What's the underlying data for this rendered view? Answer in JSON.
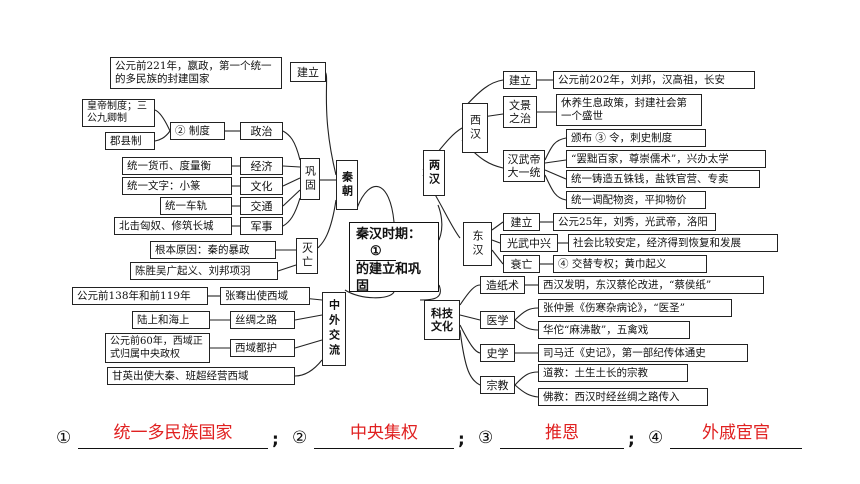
{
  "center": {
    "title": "秦汉时期：",
    "num": "①",
    "sub": "的建立和巩固"
  },
  "qin": {
    "label": "秦朝",
    "jianli": {
      "label": "建立",
      "text": "公元前221年，嬴政，第一个统一的多民族的封建国家"
    },
    "gonggu": {
      "label": "巩固",
      "zhengzhi": {
        "label": "政治",
        "mid": "②  制度",
        "leaf1": "皇帝制度；三公九卿制",
        "leaf2": "郡县制"
      },
      "jingji": {
        "label": "经济",
        "text": "统一货币、度量衡"
      },
      "wenhua": {
        "label": "文化",
        "text": "统一文字：小篆"
      },
      "jiaotong": {
        "label": "交通",
        "text": "统一车轨"
      },
      "junshi": {
        "label": "军事",
        "text": "北击匈奴、修筑长城"
      }
    },
    "miewang": {
      "label": "灭亡",
      "text1": "根本原因：秦的暴政",
      "text2": "陈胜吴广起义、刘邦项羽"
    }
  },
  "zhongwai": {
    "label": "中外交流",
    "zhangqian": {
      "label": "张骞出使西域",
      "text": "公元前138年和前119年"
    },
    "silu": {
      "label": "丝绸之路",
      "text": "陆上和海上"
    },
    "duhu": {
      "label": "西域都护",
      "text": "公元前60年，西域正式归属中央政权"
    },
    "ganying": {
      "text": "甘英出使大秦、班超经营西域"
    }
  },
  "han": {
    "label": "两汉",
    "xihan": {
      "label": "西汉",
      "jianli": {
        "label": "建立",
        "text": "公元前202年，刘邦，汉高祖，长安"
      },
      "wenjing": {
        "label": "文景之治",
        "text": "休养生息政策，封建社会第一个盛世"
      },
      "wudi": {
        "label": "汉武帝大一统",
        "items": [
          "颁布  ③  令，刺史制度",
          "“罢黜百家，尊崇儒术”，兴办太学",
          "统一铸造五铢钱，盐铁官营、专卖",
          "统一调配物资，平抑物价"
        ]
      }
    },
    "donghan": {
      "label": "东汉",
      "jianli": {
        "label": "建立",
        "text": "公元25年，刘秀，光武帝，洛阳"
      },
      "zhongxing": {
        "label": "光武中兴",
        "text": "社会比较安定，经济得到恢复和发展"
      },
      "shuaiwang": {
        "label": "衰亡",
        "text": "④    交替专权；黄巾起义"
      }
    }
  },
  "keji": {
    "label": "科技文化",
    "zaozhi": {
      "label": "造纸术",
      "text": "西汉发明，东汉蔡伦改进，“蔡侯纸”"
    },
    "yixue": {
      "label": "医学",
      "items": [
        "张仲景《伤寒杂病论》，“医圣”",
        "华佗“麻沸散”，五禽戏"
      ]
    },
    "shixue": {
      "label": "史学",
      "text": "司马迁《史记》，第一部纪传体通史"
    },
    "zongjiao": {
      "label": "宗教",
      "items": [
        "道教：土生土长的宗教",
        "佛教：西汉时经丝绸之路传入"
      ]
    }
  },
  "answers": [
    {
      "num": "①",
      "value": "统一多民族国家"
    },
    {
      "num": "②",
      "value": "中央集权"
    },
    {
      "num": "③",
      "value": "推恩"
    },
    {
      "num": "④",
      "value": "外戚宦官"
    }
  ],
  "separator": ";"
}
